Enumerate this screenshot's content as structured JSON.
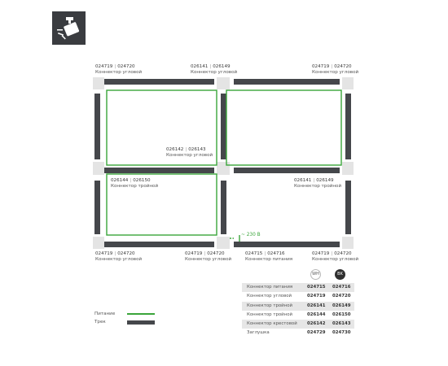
{
  "labels": {
    "tl": {
      "c1": "024719",
      "c2": "024720",
      "name": "Коннектор угловой"
    },
    "tm": {
      "c1": "026141",
      "c2": "026149",
      "name": "Коннектор угловой"
    },
    "tr": {
      "c1": "024719",
      "c2": "024720",
      "name": "Коннектор угловой"
    },
    "ctr": {
      "c1": "026142",
      "c2": "026143",
      "name": "Коннектор угловой"
    },
    "ml": {
      "c1": "026144",
      "c2": "026150",
      "name": "Коннектор тройной"
    },
    "mr": {
      "c1": "026141",
      "c2": "026149",
      "name": "Коннектор тройной"
    },
    "bl": {
      "c1": "024719",
      "c2": "024720",
      "name": "Коннектор угловой"
    },
    "bm": {
      "c1": "024719",
      "c2": "024720",
      "name": "Коннектор угловой"
    },
    "bp": {
      "c1": "024715",
      "c2": "024716",
      "name": "Коннектор питания"
    },
    "br": {
      "c1": "024719",
      "c2": "024720",
      "name": "Коннектор угловой"
    }
  },
  "voltage": "~ 230 В",
  "table": {
    "wh": "WH",
    "bk": "BK",
    "rows": [
      {
        "name": "Коннектор питания",
        "wh": "024715",
        "bk": "024716"
      },
      {
        "name": "Коннектор угловой",
        "wh": "024719",
        "bk": "024720"
      },
      {
        "name": "Коннектор тройной",
        "wh": "026141",
        "bk": "026149"
      },
      {
        "name": "Коннектор тройной",
        "wh": "026144",
        "bk": "026150"
      },
      {
        "name": "Коннектор крестовой",
        "wh": "026142",
        "bk": "026143"
      },
      {
        "name": "Заглушка",
        "wh": "024729",
        "bk": "024730"
      }
    ]
  },
  "legend": {
    "power": "Питание",
    "track": "Трек"
  },
  "colors": {
    "track": "#45474b",
    "connector": "#e4e4e4",
    "power": "#3aa53a",
    "dark": "#2f2f2f"
  },
  "icons": {
    "spotlight": "spotlight-icon"
  }
}
